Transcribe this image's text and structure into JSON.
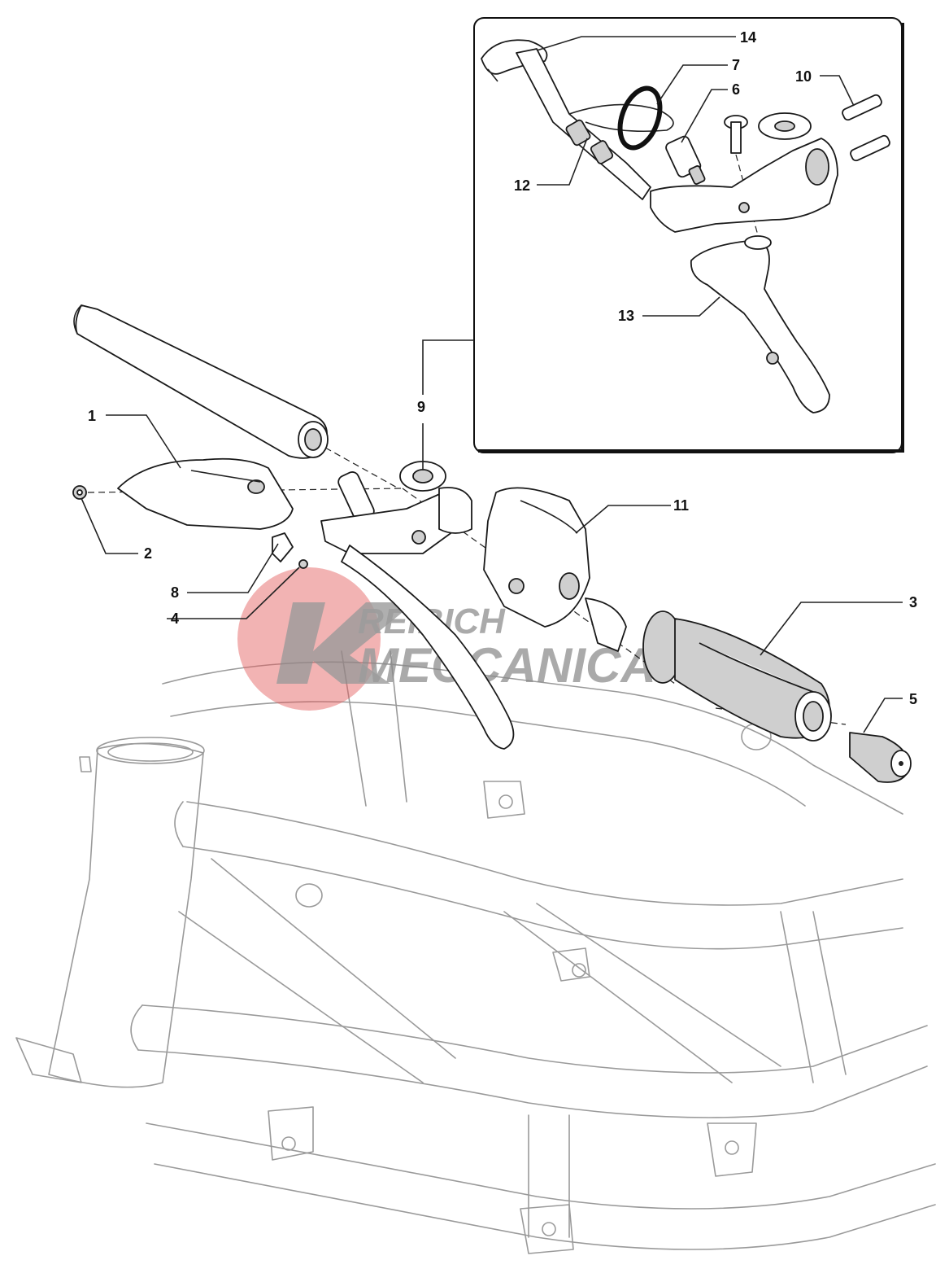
{
  "diagram": {
    "callouts": [
      {
        "id": "c1",
        "label": "1"
      },
      {
        "id": "c2",
        "label": "2"
      },
      {
        "id": "c3",
        "label": "3"
      },
      {
        "id": "c4",
        "label": "4"
      },
      {
        "id": "c5",
        "label": "5"
      },
      {
        "id": "c6",
        "label": "6"
      },
      {
        "id": "c7",
        "label": "7"
      },
      {
        "id": "c8",
        "label": "8"
      },
      {
        "id": "c9",
        "label": "9"
      },
      {
        "id": "c10",
        "label": "10"
      },
      {
        "id": "c11",
        "label": "11"
      },
      {
        "id": "c12",
        "label": "12"
      },
      {
        "id": "c13",
        "label": "13"
      },
      {
        "id": "c14",
        "label": "14"
      }
    ]
  },
  "watermark": {
    "line1": "REIBICH",
    "line2": "MECCANICA",
    "color_primary": "#e35b5b",
    "color_secondary": "#8a8a8a"
  },
  "colors": {
    "line": "#1a1a1a",
    "frame": "#9a9a9a",
    "background": "#ffffff"
  }
}
